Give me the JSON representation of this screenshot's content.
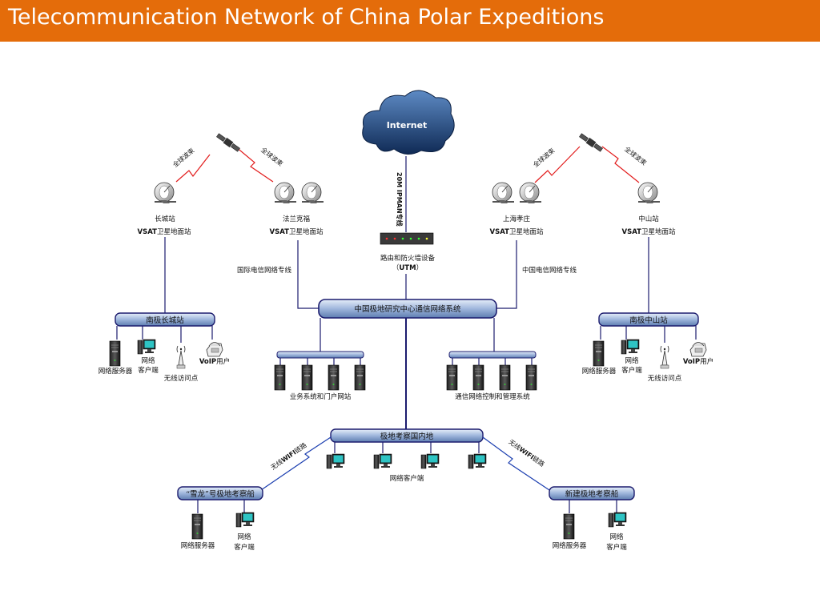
{
  "header": {
    "title": "Telecommunication Network of China Polar Expeditions",
    "bg_color": "#e46c0a"
  },
  "internet": {
    "label": "Internet"
  },
  "trunk": {
    "line_label": "20M IPMAN专线"
  },
  "utm": {
    "label1": "路由和防火墙设备",
    "label2_pre": "（",
    "label2_b": "UTM",
    "label2_post": "）"
  },
  "satellite_link_label": "全球波束",
  "stations": [
    {
      "name": "长城站",
      "vsat": "VSAT",
      "suffix": "卫星地面站"
    },
    {
      "name": "法兰克福",
      "vsat": "VSAT",
      "suffix": "卫星地面站"
    },
    {
      "name": "上海孝庄",
      "vsat": "VSAT",
      "suffix": "卫星地面站"
    },
    {
      "name": "中山站",
      "vsat": "VSAT",
      "suffix": "卫星地面站"
    }
  ],
  "lines": {
    "intl": "国际电信网络专线",
    "china": "中国电信网络专线"
  },
  "center": {
    "label": "中国极地研究中心通信网络系统"
  },
  "groups": {
    "left": "业务系统和门户网站",
    "right": "通信网络控制和管理系统"
  },
  "great_wall": {
    "bar": "南极长城站",
    "server": "网络服务器",
    "client1": "网络",
    "client2": "客户端",
    "ap": "无线访问点",
    "voip_b": "VoIP",
    "voip_s": "用户"
  },
  "zhongshan": {
    "bar": "南极中山站",
    "server": "网络服务器",
    "client1": "网络",
    "client2": "客户端",
    "ap": "无线访问点",
    "voip_b": "VoIP",
    "voip_s": "用户"
  },
  "domestic": {
    "bar": "极地考察国内地",
    "clients": "网络客户端"
  },
  "wifi": {
    "pre": "无线",
    "b": "WIFI",
    "post": "链路"
  },
  "xuelong": {
    "bar": "“雪龙”号极地考察船",
    "server": "网络服务器",
    "client1": "网络",
    "client2": "客户端"
  },
  "new_ship": {
    "bar": "新建极地考察船",
    "server": "网络服务器",
    "client1": "网络",
    "client2": "客户端"
  }
}
